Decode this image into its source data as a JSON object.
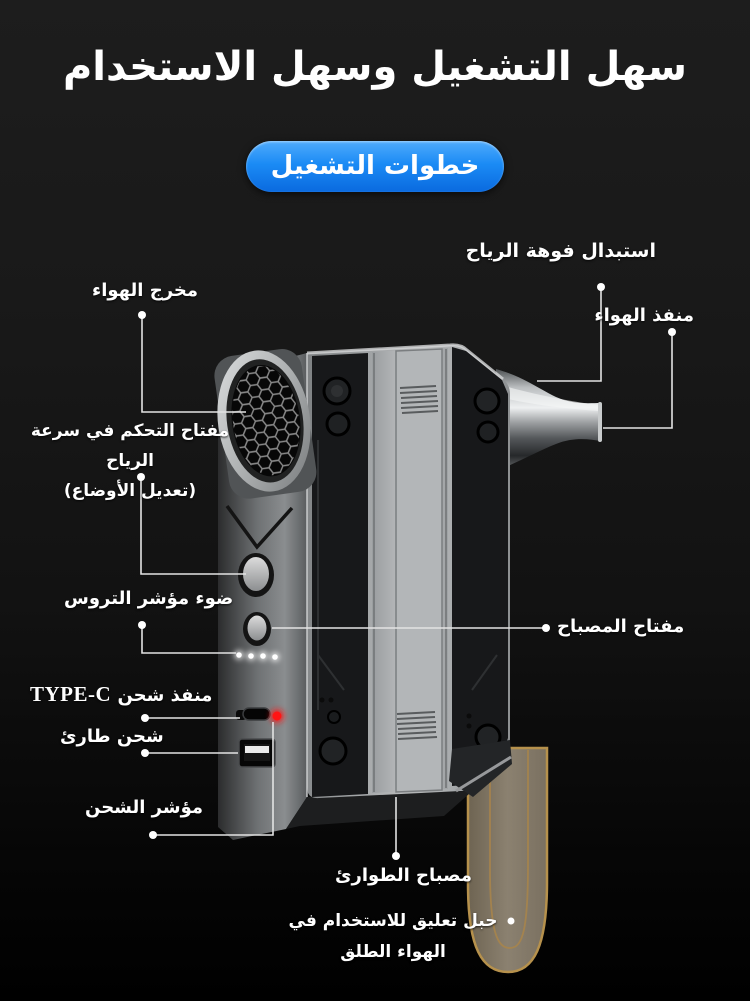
{
  "header": {
    "title": "سهل التشغيل وسهل الاستخدام",
    "steps_button": "خطوات التشغيل"
  },
  "labels": {
    "nozzle_replace": "استبدال فوهة الرياح",
    "air_outlet": "منفذ الهواء",
    "air_exit": "مخرج الهواء",
    "speed_switch_line1": "مفتاح التحكم في سرعة الرياح",
    "speed_switch_line2": "(تعديل الأوضاع)",
    "gear_indicator_light": "ضوء مؤشر التروس",
    "typec_port_ar": "منفذ شحن",
    "typec_port_latin": "TYPE-C",
    "emergency_charge": "شحن طارئ",
    "charge_indicator": "مؤشر الشحن",
    "lamp_switch": "مفتاح المصباح",
    "emergency_lamp": "مصباح الطوارئ",
    "strap_line1": "حبل تعليق  للاستخدام في",
    "strap_line2": "الهواء الطلق"
  },
  "colors": {
    "button_blue_top": "#4fabfc",
    "button_blue_bottom": "#0a6adf",
    "background": "#161616",
    "charge_led_red": "#ff1414",
    "strap_leather": "#81775f",
    "callout_line": "#e3e3e3"
  }
}
